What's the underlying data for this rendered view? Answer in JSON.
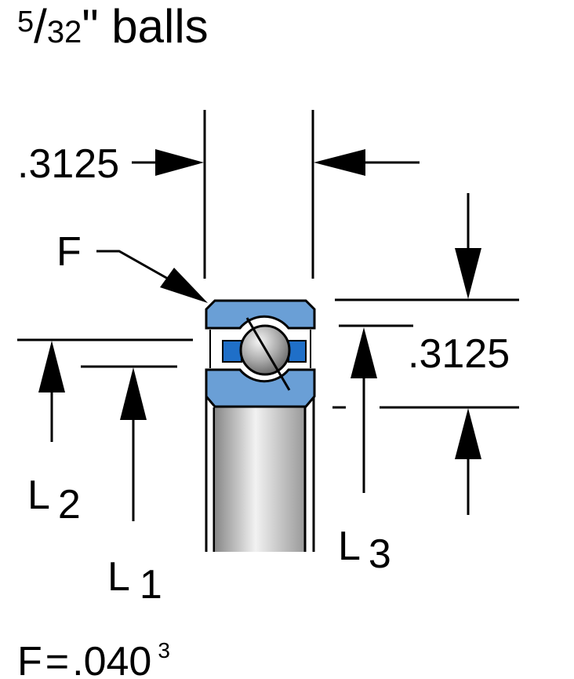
{
  "title": {
    "numerator": "5",
    "slash": "/",
    "denominator": "32",
    "suffix": "\" balls"
  },
  "dimensions": {
    "width_value": ".3125",
    "height_value": ".3125"
  },
  "labels": {
    "f_pointer": "F",
    "l1": "L",
    "l1_sub": "1",
    "l2": "L",
    "l2_sub": "2",
    "l3": "L",
    "l3_sub": "3"
  },
  "footnote": {
    "lhs": "F",
    "equals": "=",
    "value": ".040",
    "superscript": "3"
  },
  "colors": {
    "race_fill": "#6a9fd6",
    "separator_fill": "#1f6fc8",
    "ball_fill": "#9a9a9a",
    "bore_fill": "#c9c9c9"
  }
}
